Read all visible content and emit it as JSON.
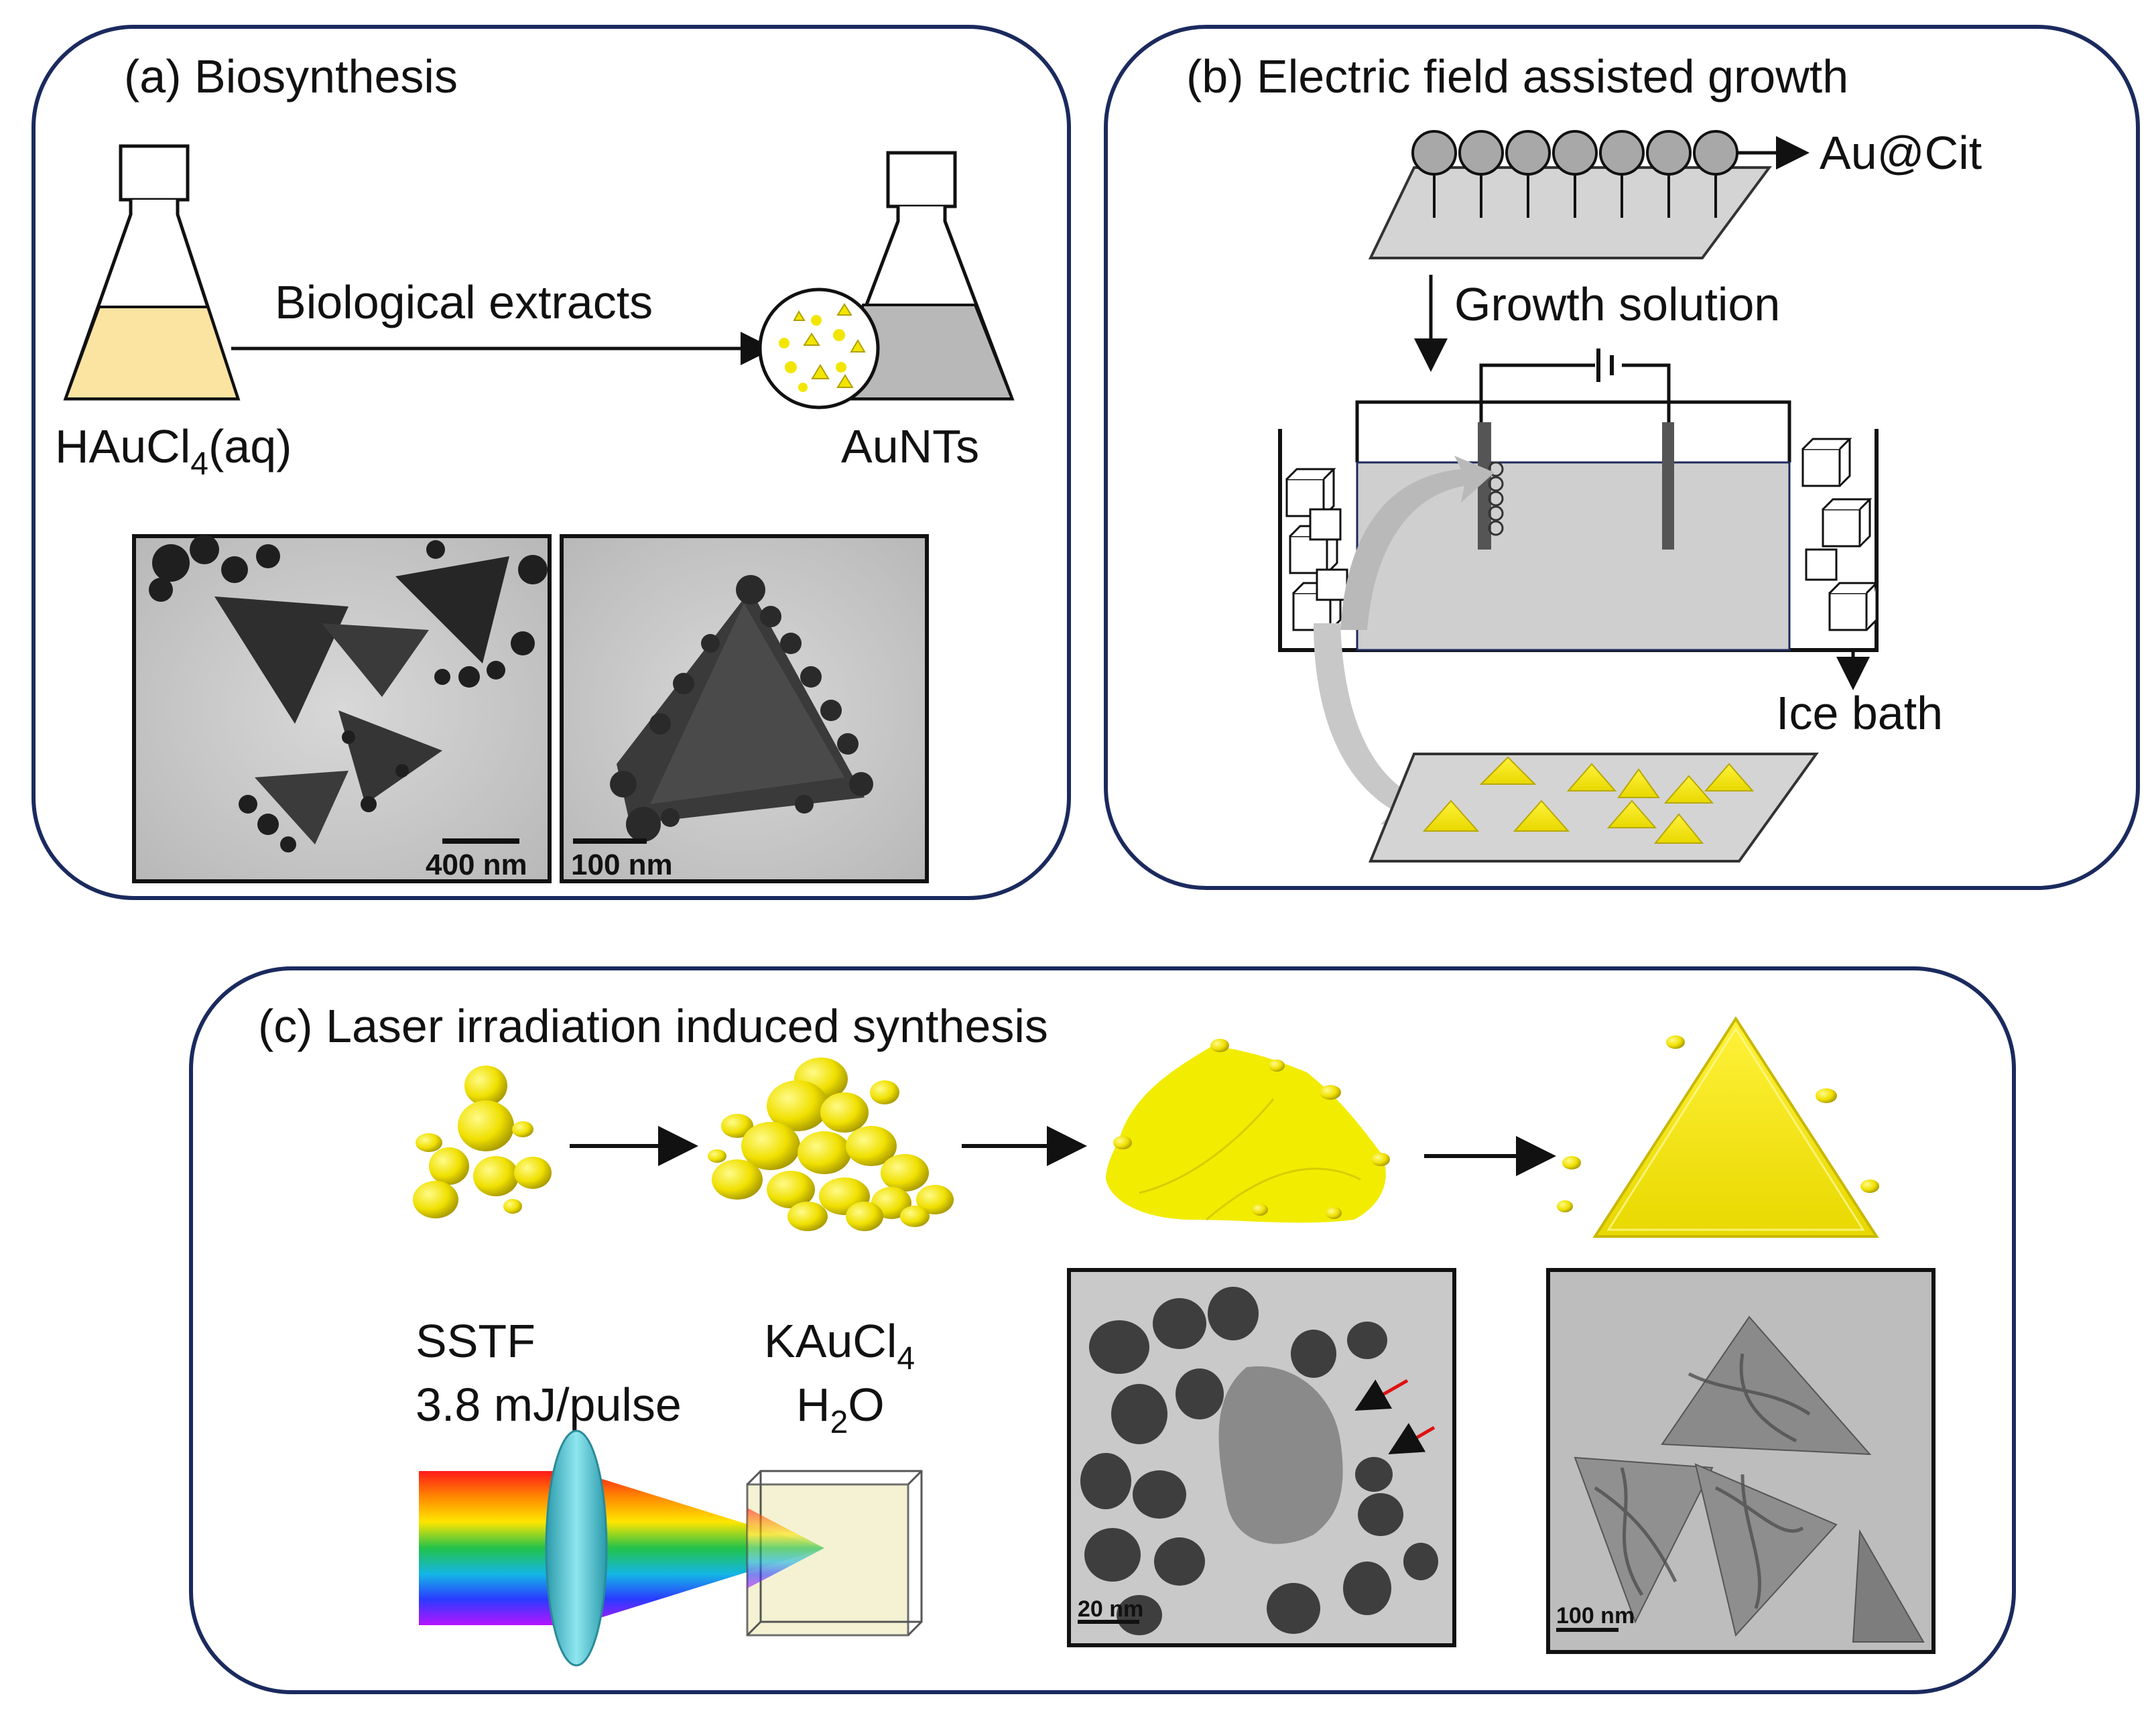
{
  "panels": {
    "a": {
      "title": "(a) Biosynthesis",
      "arrow_label": "Biological extracts",
      "start_label": "HAuCl",
      "start_sub": "4",
      "start_suffix": "(aq)",
      "end_label": "AuNTs",
      "scale_bars": [
        "400 nm",
        "100 nm"
      ]
    },
    "b": {
      "title": "(b) Electric field assisted growth",
      "seed_label": "Au@Cit",
      "growth_label": "Growth solution",
      "bath_label": "Ice bath"
    },
    "c": {
      "title": "(c) Laser irradiation induced synthesis",
      "laser_label": "SSTF",
      "pulse_label": "3.8 mJ/pulse",
      "precursor_label": "KAuCl",
      "precursor_sub": "4",
      "solvent_label": "H",
      "solvent_sub": "2",
      "solvent_suffix": "O",
      "scale_bars": [
        "20 nm",
        "100 nm"
      ]
    }
  },
  "colors": {
    "panel_border": "#1b2a5e",
    "gold": "#f2e600",
    "gold_dark": "#c8b800",
    "flask_fill_a": "#fbe3a2",
    "solution_gray": "#bdbdbd",
    "lens": "#5cc8d6"
  }
}
